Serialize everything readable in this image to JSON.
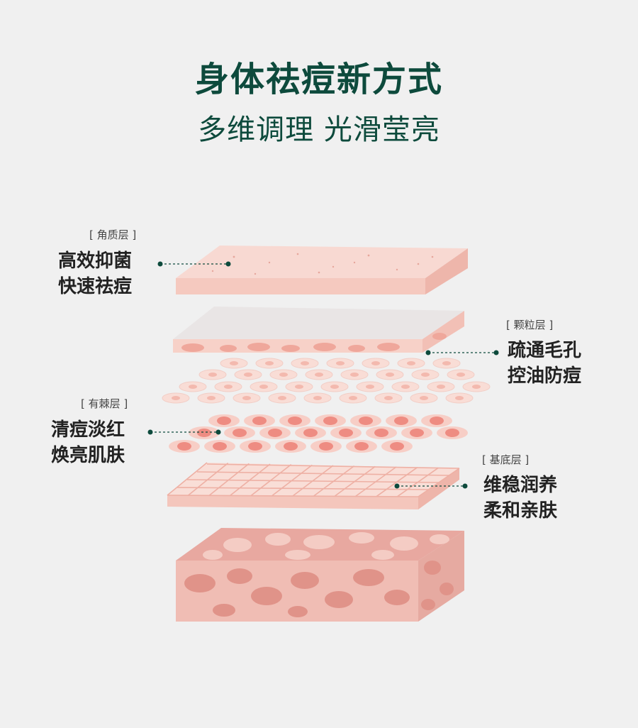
{
  "title": "身体祛痘新方式",
  "subtitle": "多维调理 光滑莹亮",
  "layers": [
    {
      "tag": "[ 角质层 ]",
      "line1": "高效抑菌",
      "line2": "快速祛痘"
    },
    {
      "tag": "[ 颗粒层 ]",
      "line1": "疏通毛孔",
      "line2": "控油防痘"
    },
    {
      "tag": "[ 有棘层 ]",
      "line1": "清痘淡红",
      "line2": "焕亮肌肤"
    },
    {
      "tag": "[ 基底层 ]",
      "line1": "维稳润养",
      "line2": "柔和亲肤"
    }
  ],
  "colors": {
    "brand_green": "#0d4a3c",
    "skin_light": "#f9dcd5",
    "skin_mid": "#f5c2b8",
    "skin_dark": "#e8a39a",
    "cell_core": "#ee8a80"
  }
}
